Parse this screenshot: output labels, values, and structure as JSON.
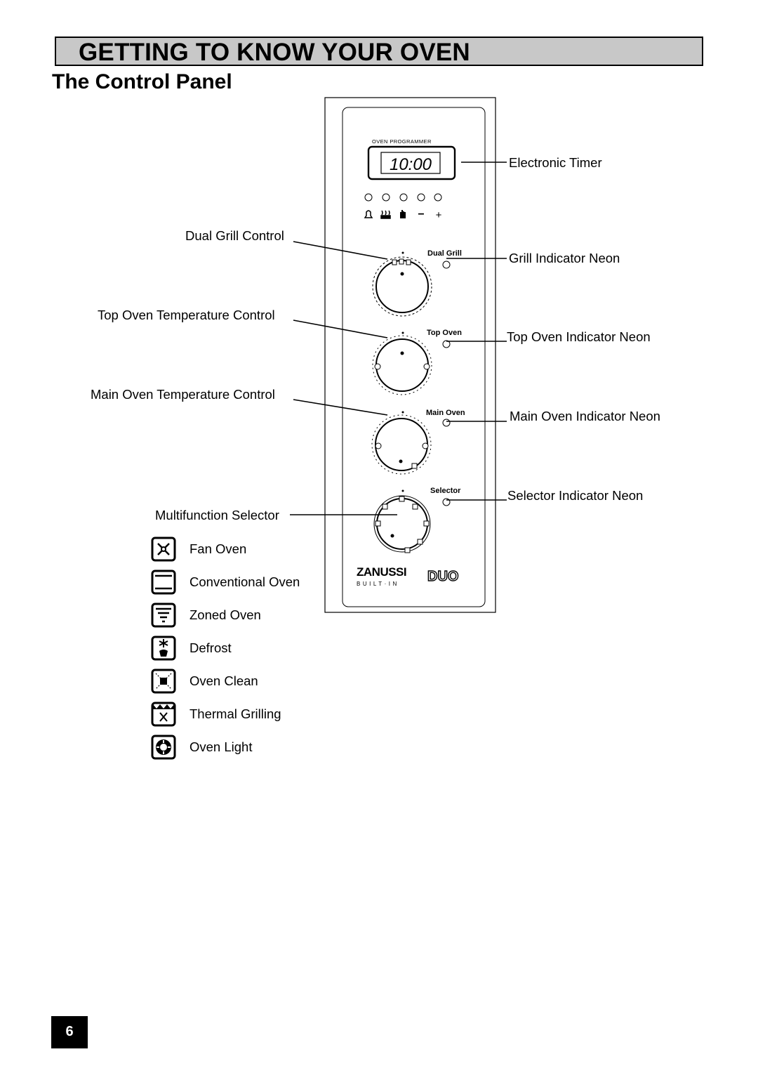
{
  "header": {
    "section_title": "GETTING TO KNOW YOUR OVEN",
    "subtitle": "The Control Panel"
  },
  "panel": {
    "programmer_label": "OVEN PROGRAMMER",
    "timer_display": "10:00",
    "programmer_buttons": [
      "bell-icon",
      "heat-icon",
      "hand-icon",
      "minus-icon",
      "plus-icon"
    ],
    "minus_symbol": "−",
    "plus_symbol": "+",
    "knob_labels": {
      "dual_grill": "Dual Grill",
      "top_oven": "Top Oven",
      "main_oven": "Main Oven",
      "selector": "Selector"
    },
    "brand": "ZANUSSI",
    "brand_sub": "BUILT·IN",
    "model": "DUO"
  },
  "callouts": {
    "left": {
      "dual_grill_control": "Dual Grill Control",
      "top_oven_temperature_control": "Top Oven Temperature Control",
      "main_oven_temperature_control": "Main Oven Temperature Control",
      "multifunction_selector": "Multifunction Selector"
    },
    "right": {
      "electronic_timer": "Electronic Timer",
      "grill_indicator_neon": "Grill Indicator Neon",
      "top_oven_indicator_neon": "Top Oven Indicator Neon",
      "main_oven_indicator_neon": "Main Oven Indicator Neon",
      "selector_indicator_neon": "Selector Indicator Neon"
    }
  },
  "selector_functions": [
    {
      "label": "Fan Oven",
      "icon": "fan-oven-icon"
    },
    {
      "label": "Conventional Oven",
      "icon": "conventional-oven-icon"
    },
    {
      "label": "Zoned Oven",
      "icon": "zoned-oven-icon"
    },
    {
      "label": "Defrost",
      "icon": "defrost-icon"
    },
    {
      "label": "Oven Clean",
      "icon": "oven-clean-icon"
    },
    {
      "label": "Thermal Grilling",
      "icon": "thermal-grilling-icon"
    },
    {
      "label": "Oven Light",
      "icon": "oven-light-icon"
    }
  ],
  "page_number": "6"
}
